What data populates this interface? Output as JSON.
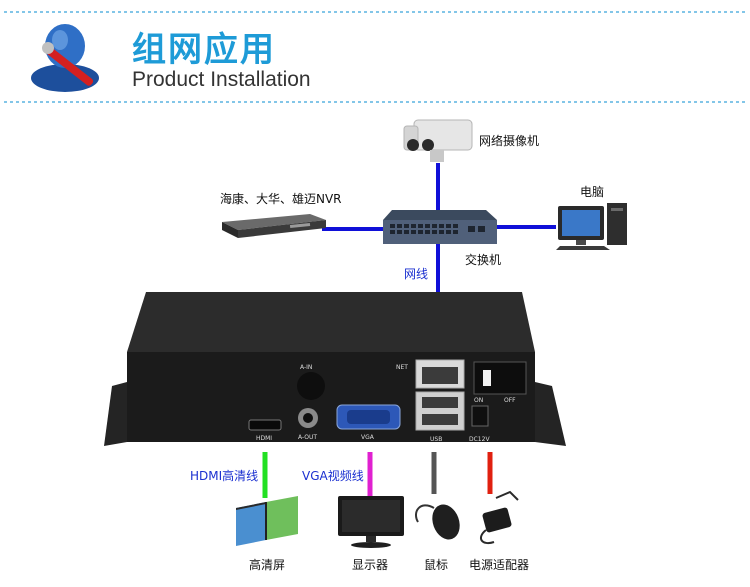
{
  "header": {
    "title_cn": "组网应用",
    "title_en": "Product Installation"
  },
  "network": {
    "camera_label": "网络摄像机",
    "nvr_label": "海康、大华、雄迈NVR",
    "pc_label": "电脑",
    "switch_label": "交换机",
    "cable_label": "网线"
  },
  "device": {
    "hdmi_port": "HDMI",
    "aout_port": "A-OUT",
    "ain_port": "A-IN",
    "vga_port": "VGA",
    "net_port": "NET",
    "usb_port": "USB",
    "on_label": "ON",
    "off_label": "OFF",
    "dc_port": "DC12V"
  },
  "outputs": {
    "hdmi_cable": "HDMI高清线",
    "vga_cable": "VGA视频线",
    "hd_screen": "高清屏",
    "monitor": "显示器",
    "mouse": "鼠标",
    "power_adapter": "电源适配器"
  },
  "colors": {
    "title_blue": "#1e9bd7",
    "link_blue": "#1010d8",
    "hdmi_green": "#22e022",
    "vga_magenta": "#e020d0",
    "usb_gray": "#555555",
    "power_red": "#e02010"
  }
}
